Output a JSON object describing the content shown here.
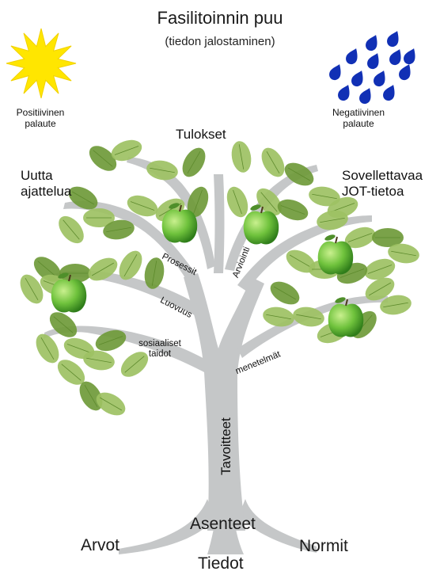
{
  "title": "Fasilitoinnin puu",
  "subtitle": "(tiedon jalostaminen)",
  "sun": {
    "icon": "sun-icon",
    "color": "#ffe600",
    "label_line1": "Positiivinen",
    "label_line2": "palaute"
  },
  "rain": {
    "icon": "raindrops-icon",
    "color": "#1130b5",
    "label_line1": "Negatiivinen",
    "label_line2": "palaute"
  },
  "crown_labels": {
    "top": "Tulokset",
    "left_line1": "Uutta",
    "left_line2": "ajattelua",
    "right_line1": "Sovellettavaa",
    "right_line2": "JOT-tietoa"
  },
  "branch_labels": {
    "prosessit": "Prosessit",
    "arviointi": "Arviointi",
    "luovuus": "Luovuus",
    "social_line1": "sosiaaliset",
    "social_line2": "taidot",
    "menetelmat": "menetelmät",
    "trunk": "Tavoitteet"
  },
  "roots": {
    "center": "Asenteet",
    "left": "Arvot",
    "bottom": "Tiedot",
    "right": "Normit"
  },
  "colors": {
    "trunk": "#c5c7c8",
    "leaf": "#9dc163",
    "leaf_dark": "#6f9a3a",
    "apple": "#6fc23c"
  }
}
